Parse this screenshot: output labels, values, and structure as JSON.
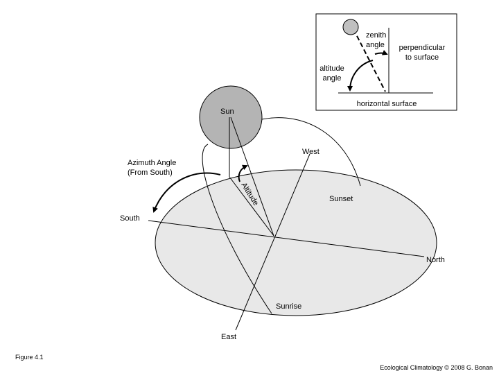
{
  "labels": {
    "sun": "Sun",
    "west": "West",
    "east": "East",
    "south": "South",
    "north": "North",
    "sunrise": "Sunrise",
    "sunset": "Sunset",
    "azimuth_line1": "Azimuth Angle",
    "azimuth_line2": "(From South)",
    "altitude": "Altitude"
  },
  "inset": {
    "zenith_line1": "zenith",
    "zenith_line2": "angle",
    "perpendicular_line1": "perpendicular",
    "perpendicular_line2": "to surface",
    "altitude_line1": "altitude",
    "altitude_line2": "angle",
    "horizontal_surface": "horizontal  surface"
  },
  "footer": {
    "figure": "Figure 4.1",
    "credit": "Ecological Climatology © 2008 G. Bonan"
  },
  "colors": {
    "ground": "#e8e8e8",
    "sun": "#b4b4b4",
    "inset_sun": "#c0c0c0",
    "stroke": "#000000"
  }
}
